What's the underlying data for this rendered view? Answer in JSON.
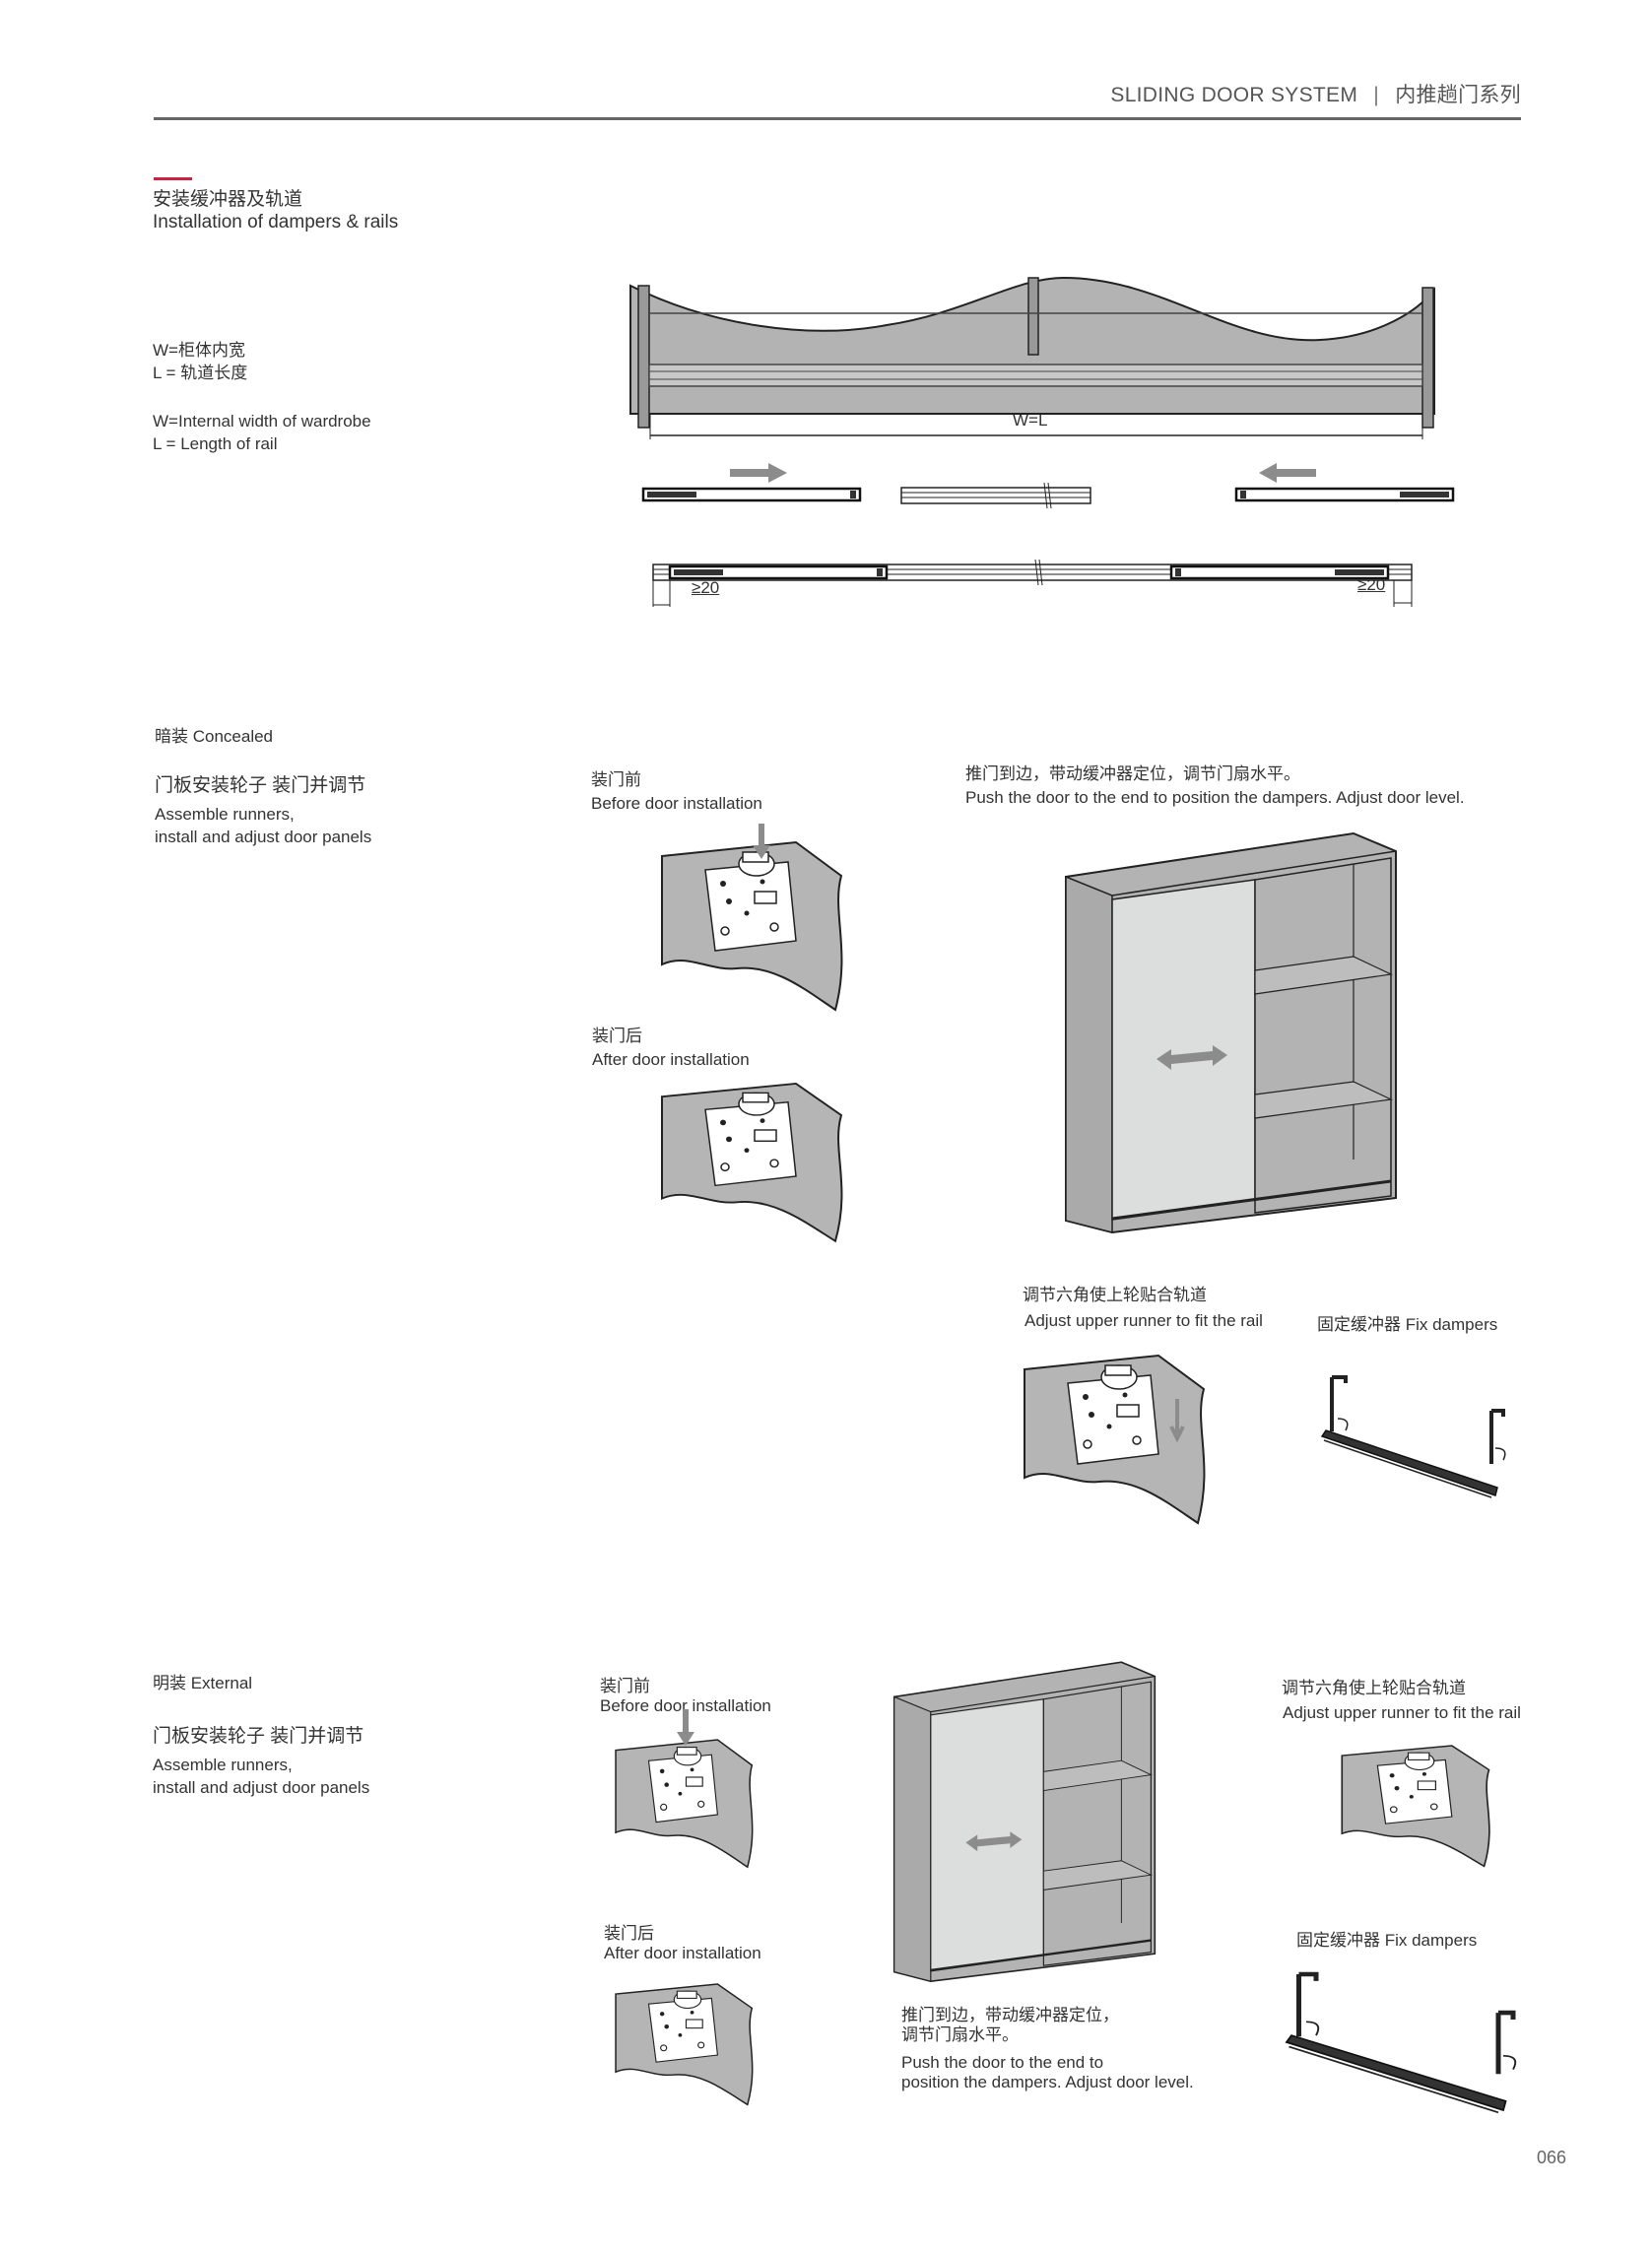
{
  "header": {
    "title_en": "SLIDING DOOR SYSTEM",
    "separator": "|",
    "title_cn": "内推趟门系列"
  },
  "intro": {
    "title_cn": "安装缓冲器及轨道",
    "title_en": "Installation of dampers & rails",
    "def_cn_1": "W=柜体内宽",
    "def_cn_2": "L = 轨道长度",
    "def_en_1": "W=Internal width of wardrobe",
    "def_en_2": "L = Length of rail",
    "dim_label": "W=L",
    "min_left": "≥20",
    "min_right": "≥20"
  },
  "concealed": {
    "type_label": "暗装  Concealed",
    "step_cn": "门板安装轮子   装门并调节",
    "step_en_1": "Assemble runners,",
    "step_en_2": "install and adjust door panels",
    "before_cn": "装门前",
    "before_en": "Before door installation",
    "after_cn": "装门后",
    "after_en": "After door installation",
    "push_cn": "推门到边，带动缓冲器定位，调节门扇水平。",
    "push_en": "Push the door to the end to position the dampers. Adjust door level.",
    "adjust_cn": "调节六角使上轮贴合轨道",
    "adjust_en": "Adjust upper runner to fit the rail",
    "fix_label": "固定缓冲器   Fix dampers"
  },
  "external": {
    "type_label": "明装  External",
    "step_cn": "门板安装轮子   装门并调节",
    "step_en_1": "Assemble runners,",
    "step_en_2": "install and adjust door panels",
    "before_cn": "装门前",
    "before_en": "Before door installation",
    "after_cn": "装门后",
    "after_en": "After door installation",
    "push_cn_1": "推门到边，带动缓冲器定位，",
    "push_cn_2": "调节门扇水平。",
    "push_en_1": "Push the door to the end to",
    "push_en_2": "position the dampers. Adjust door level.",
    "adjust_cn": "调节六角使上轮贴合轨道",
    "adjust_en": "Adjust upper runner to fit the rail",
    "fix_label": "固定缓冲器   Fix dampers"
  },
  "page_number": "066",
  "colors": {
    "accent": "#d0203f",
    "panel": "#b3b3b3",
    "door": "#dcdedd",
    "arrow": "#8c8c8c"
  }
}
